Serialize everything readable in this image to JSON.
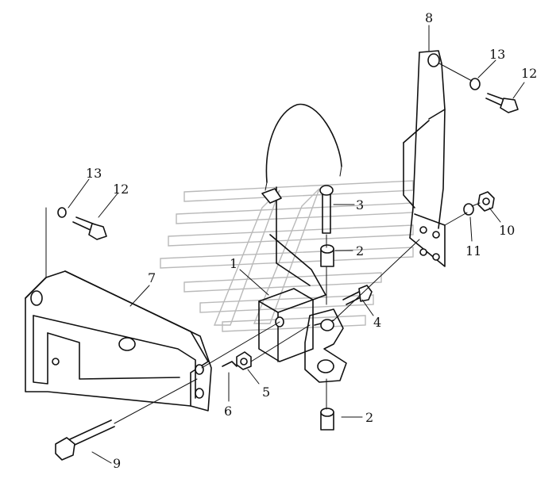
{
  "diagram": {
    "callouts": [
      {
        "id": "c1",
        "label": "1"
      },
      {
        "id": "c2a",
        "label": "2"
      },
      {
        "id": "c2b",
        "label": "2"
      },
      {
        "id": "c3",
        "label": "3"
      },
      {
        "id": "c4",
        "label": "4"
      },
      {
        "id": "c5",
        "label": "5"
      },
      {
        "id": "c6",
        "label": "6"
      },
      {
        "id": "c7",
        "label": "7"
      },
      {
        "id": "c8",
        "label": "8"
      },
      {
        "id": "c9",
        "label": "9"
      },
      {
        "id": "c10",
        "label": "10"
      },
      {
        "id": "c11",
        "label": "11"
      },
      {
        "id": "c12a",
        "label": "12"
      },
      {
        "id": "c12b",
        "label": "12"
      },
      {
        "id": "c13a",
        "label": "13"
      },
      {
        "id": "c13b",
        "label": "13"
      }
    ]
  }
}
